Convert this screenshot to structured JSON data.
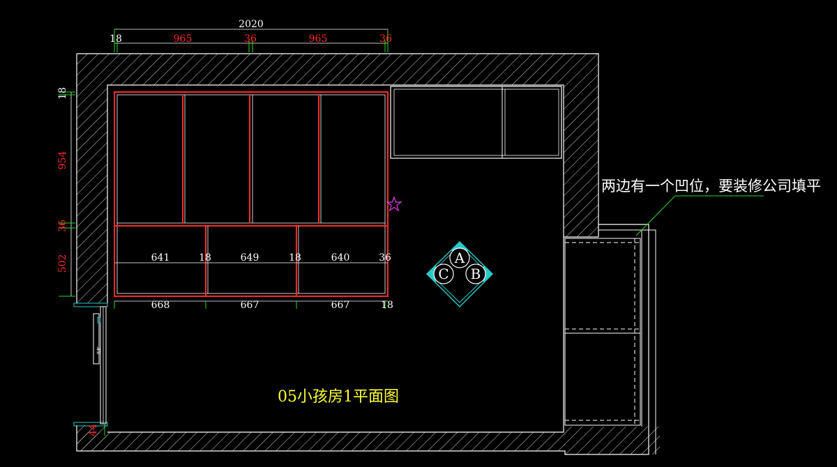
{
  "colors": {
    "background": "#000000",
    "wall_line": "#ffffff",
    "cabinet": "#ff2a2a",
    "cabinet_inner": "#ffffff",
    "dimension_tick": "#27d827",
    "title": "#ffff33",
    "leader": "#27d827",
    "marker": "#29c9c9",
    "star": "#e040e0"
  },
  "drawing": {
    "title": "05小孩房1平面图",
    "note": "两边有一个凹位，要装修公司填平",
    "door_tag": "衣柜"
  },
  "dimensions": {
    "top_total": "2020",
    "top_segments": [
      "18",
      "965",
      "36",
      "965",
      "36"
    ],
    "left_segments": [
      "18",
      "954",
      "36",
      "502"
    ],
    "bottom_label": "44",
    "drawer_widths": [
      "641",
      "18",
      "649",
      "18",
      "640",
      "36"
    ],
    "base_widths": [
      "668",
      "667",
      "667",
      "18"
    ]
  },
  "elevation_marker": {
    "labels": [
      "A",
      "B",
      "C"
    ]
  },
  "icons": [
    "star-icon",
    "elevation-marker-icon"
  ]
}
